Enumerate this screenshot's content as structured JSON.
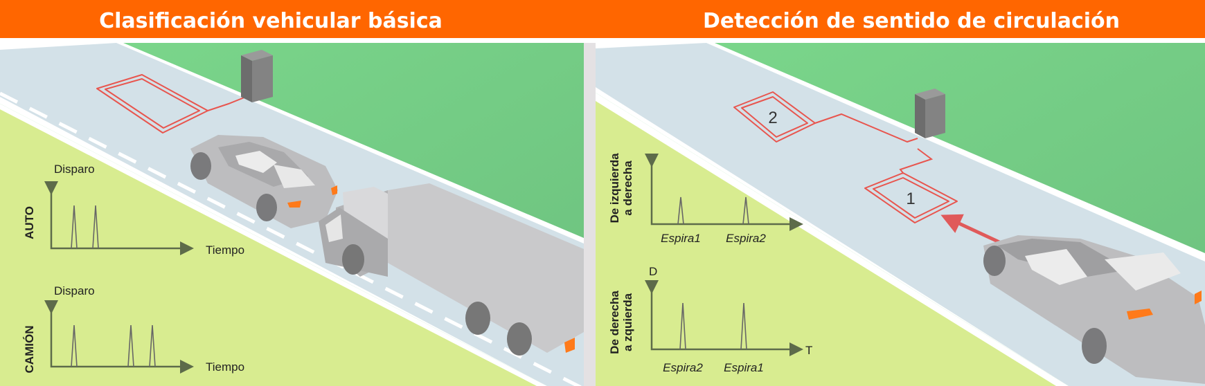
{
  "header": {
    "left_title": "Clasificación vehicular básica",
    "right_title": "Detección de sentido de circulación"
  },
  "left_panel": {
    "auto_chart": {
      "row_label": "AUTO",
      "y_label": "Disparo",
      "x_label": "Tiempo",
      "peaks": 2
    },
    "truck_chart": {
      "row_label": "CAMIÓN",
      "y_label": "Disparo",
      "x_label": "Tiempo",
      "peaks": 3
    }
  },
  "right_panel": {
    "loop_labels": [
      "1",
      "2"
    ],
    "ltr_chart": {
      "row_label_line1": "De izquierda",
      "row_label_line2": "a derecha",
      "peak_labels": [
        "Espira1",
        "Espira2"
      ]
    },
    "rtl_chart": {
      "row_label_line1": "De derecha",
      "row_label_line2": "a zquierda",
      "y_label": "D",
      "x_label": "T",
      "peak_labels": [
        "Espira2",
        "Espira1"
      ]
    }
  },
  "colors": {
    "header": "#ff6600",
    "grass": "#78d68a",
    "road": "#d3e1e8",
    "field": "#d8ec90",
    "loop": "#e8554e"
  }
}
